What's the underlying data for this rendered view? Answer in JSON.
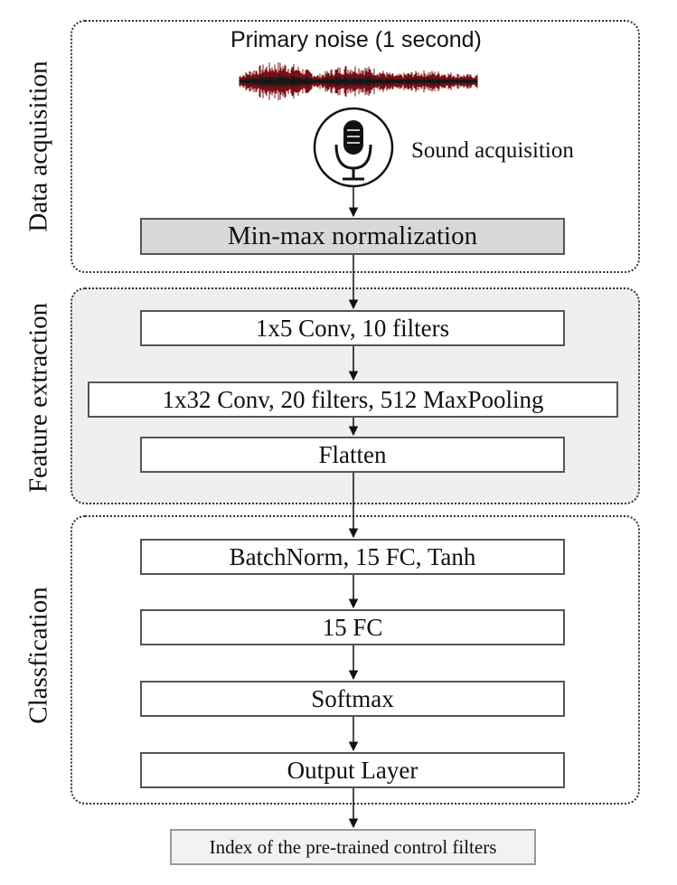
{
  "sections": {
    "data_acquisition": "Data acquisition",
    "feature_extraction": "Feature extraction",
    "classification": "Classfication"
  },
  "input": {
    "noise_label": "Primary noise (1 second)",
    "sound_label": "Sound acquisition"
  },
  "blocks": {
    "minmax": "Min-max normalization",
    "conv5": "1x5 Conv, 10 filters",
    "conv32": "1x32 Conv, 20 filters, 512 MaxPooling",
    "flatten": "Flatten",
    "batchnorm": "BatchNorm, 15 FC, Tanh",
    "fc": "15 FC",
    "softmax": "Softmax",
    "output_layer": "Output Layer",
    "index": "Index of the pre-trained control filters"
  },
  "colors": {
    "waveform": "#7a0f16",
    "waveform_core": "#1a1a1a",
    "feature_bg": "#efefef",
    "minmax_bg": "#d8d8d8"
  },
  "icons": {
    "waveform": "waveform-icon",
    "microphone": "microphone-icon"
  }
}
